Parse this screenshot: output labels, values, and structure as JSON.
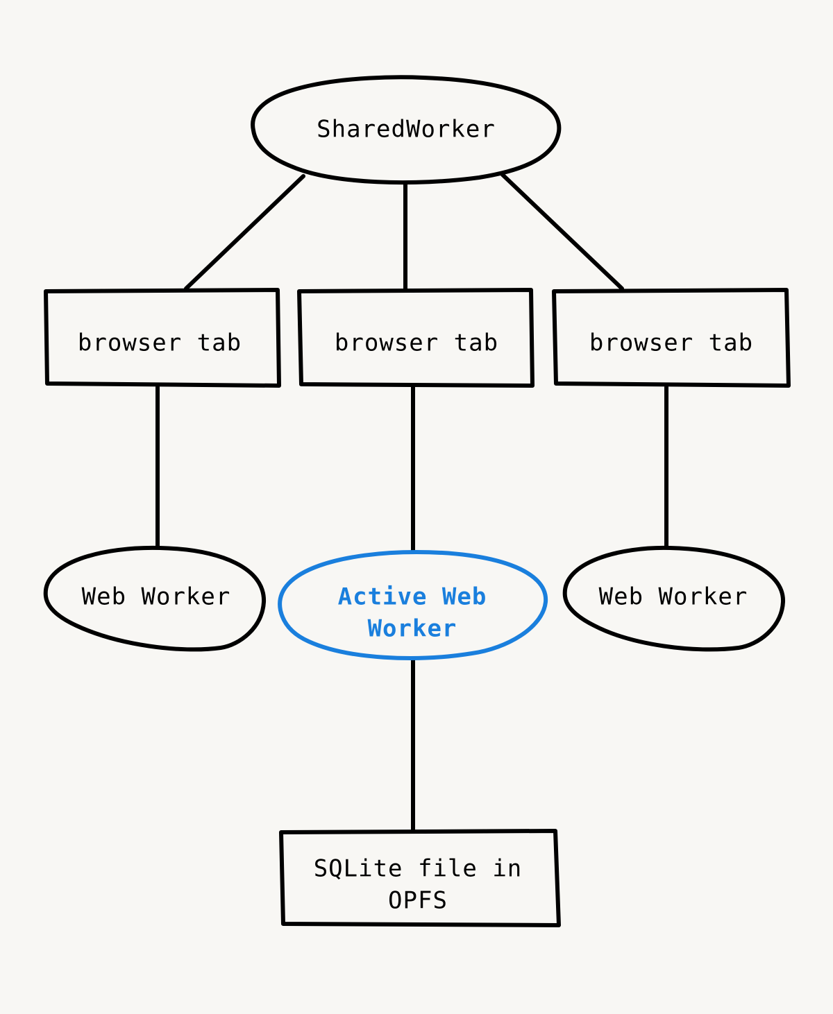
{
  "diagram": {
    "colors": {
      "background": "#f8f7f4",
      "stroke": "#000000",
      "active": "#1a7fdd"
    },
    "nodes": {
      "shared_worker": {
        "label": "SharedWorker",
        "shape": "ellipse"
      },
      "tab_1": {
        "label": "browser tab",
        "shape": "rectangle"
      },
      "tab_2": {
        "label": "browser tab",
        "shape": "rectangle"
      },
      "tab_3": {
        "label": "browser tab",
        "shape": "rectangle"
      },
      "worker_1": {
        "label": "Web Worker",
        "shape": "ellipse"
      },
      "worker_active": {
        "label_line1": "Active Web",
        "label_line2": "Worker",
        "shape": "ellipse",
        "highlighted": true
      },
      "worker_3": {
        "label": "Web Worker",
        "shape": "ellipse"
      },
      "sqlite": {
        "label_line1": "SQLite file in",
        "label_line2": "OPFS",
        "shape": "rectangle"
      }
    },
    "edges": [
      {
        "from": "shared_worker",
        "to": "tab_1"
      },
      {
        "from": "shared_worker",
        "to": "tab_2"
      },
      {
        "from": "shared_worker",
        "to": "tab_3"
      },
      {
        "from": "tab_1",
        "to": "worker_1"
      },
      {
        "from": "tab_2",
        "to": "worker_active"
      },
      {
        "from": "tab_3",
        "to": "worker_3"
      },
      {
        "from": "worker_active",
        "to": "sqlite"
      }
    ]
  }
}
